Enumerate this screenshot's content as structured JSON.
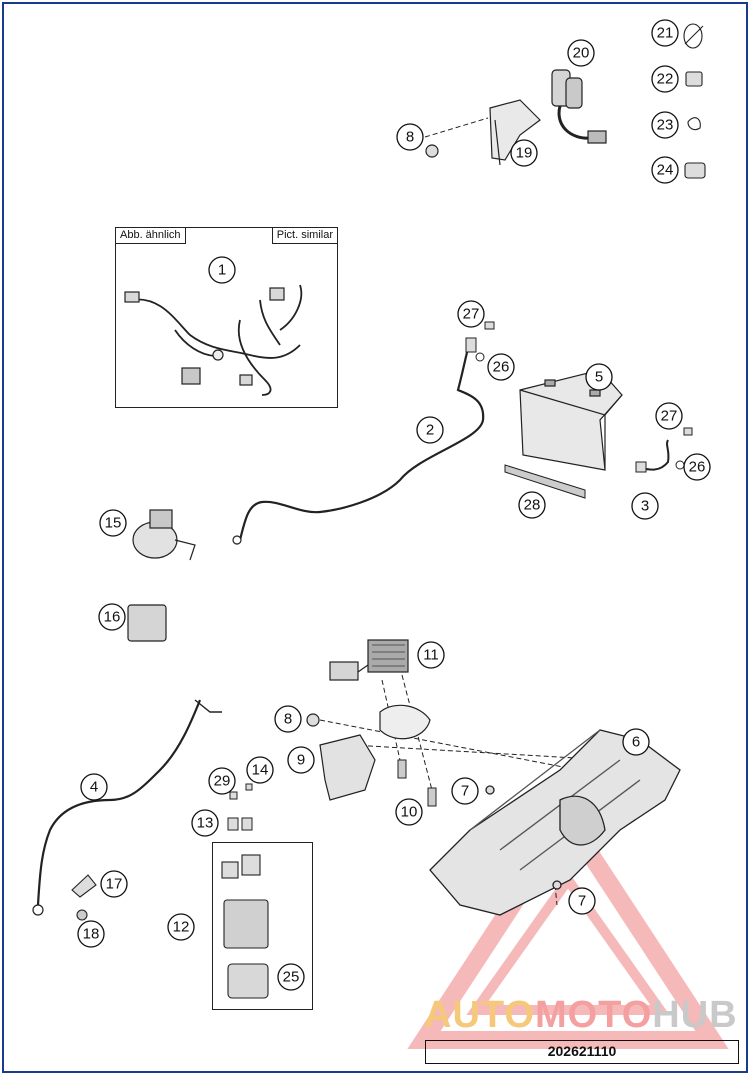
{
  "inset": {
    "label_de": "Abb. ähnlich",
    "label_en": "Pict. similar"
  },
  "watermark": {
    "part1": "AUTO",
    "part2": "MOTO",
    "part3": "HUB"
  },
  "part_number": "202621110",
  "callouts": [
    {
      "id": "c1",
      "text": "1"
    },
    {
      "id": "c2",
      "text": "2"
    },
    {
      "id": "c3",
      "text": "3"
    },
    {
      "id": "c4",
      "text": "4"
    },
    {
      "id": "c5",
      "text": "5"
    },
    {
      "id": "c6",
      "text": "6"
    },
    {
      "id": "c7a",
      "text": "7"
    },
    {
      "id": "c7b",
      "text": "7"
    },
    {
      "id": "c8a",
      "text": "8"
    },
    {
      "id": "c8b",
      "text": "8"
    },
    {
      "id": "c9",
      "text": "9"
    },
    {
      "id": "c10",
      "text": "10"
    },
    {
      "id": "c11",
      "text": "11"
    },
    {
      "id": "c12",
      "text": "12"
    },
    {
      "id": "c13",
      "text": "13"
    },
    {
      "id": "c14",
      "text": "14"
    },
    {
      "id": "c15",
      "text": "15"
    },
    {
      "id": "c16",
      "text": "16"
    },
    {
      "id": "c17",
      "text": "17"
    },
    {
      "id": "c18",
      "text": "18"
    },
    {
      "id": "c19",
      "text": "19"
    },
    {
      "id": "c20",
      "text": "20"
    },
    {
      "id": "c21",
      "text": "21"
    },
    {
      "id": "c22",
      "text": "22"
    },
    {
      "id": "c23",
      "text": "23"
    },
    {
      "id": "c24",
      "text": "24"
    },
    {
      "id": "c25",
      "text": "25"
    },
    {
      "id": "c26a",
      "text": "26"
    },
    {
      "id": "c26b",
      "text": "26"
    },
    {
      "id": "c27a",
      "text": "27"
    },
    {
      "id": "c27b",
      "text": "27"
    },
    {
      "id": "c28",
      "text": "28"
    },
    {
      "id": "c29",
      "text": "29"
    }
  ],
  "colors": {
    "frame": "#1a3a8c",
    "watermark_triangle": "#f08080"
  }
}
